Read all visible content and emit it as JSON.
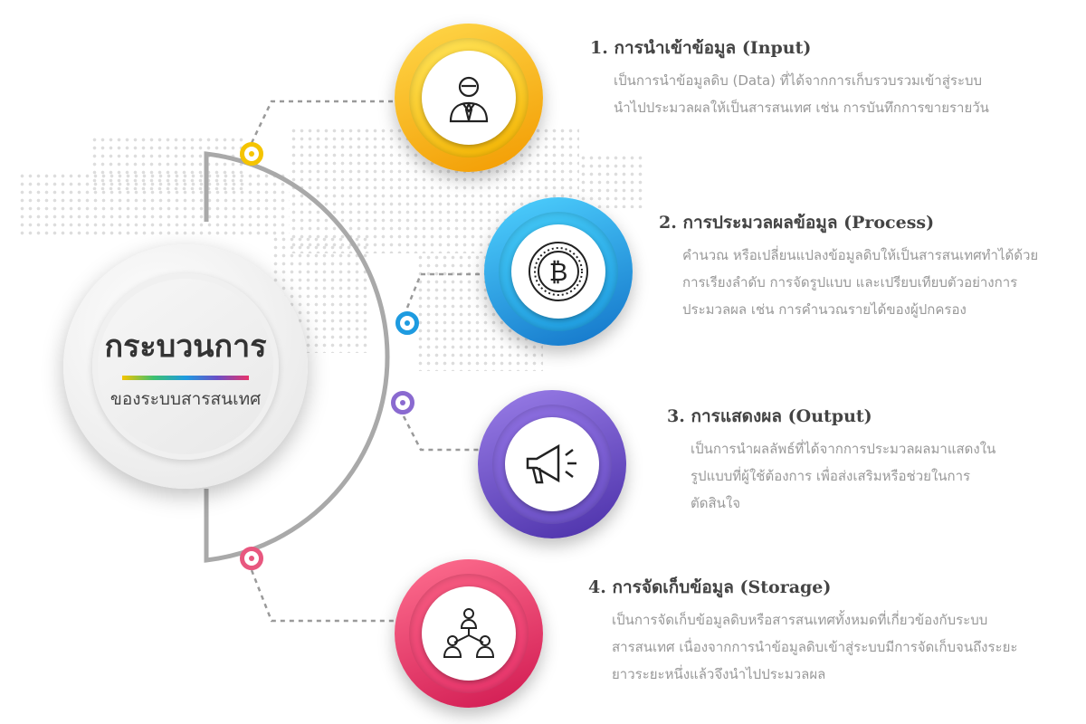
{
  "center": {
    "title": "กระบวนการ",
    "subtitle": "ของระบบสารสนเทศ"
  },
  "steps": [
    {
      "title": "1. การนำเข้าข้อมูล (Input)",
      "lines": [
        "เป็นการนำข้อมูลดิบ (Data) ที่ได้จากการเก็บรวบรวมเข้าสู่ระบบ",
        "นำไปประมวลผลให้เป็นสารสนเทศ เช่น การบันทึกการขายรายวัน"
      ],
      "icon": "businessman-icon",
      "color": "#f5b400"
    },
    {
      "title": "2. การประมวลผลข้อมูล (Process)",
      "lines": [
        "คำนวณ หรือเปลี่ยนแปลงข้อมูลดิบให้เป็นสารสนเทศทำได้ด้วย",
        "การเรียงลำดับ การจัดรูปแบบ และเปรียบเทียบตัวอย่างการ",
        "ประมวลผล เช่น การคำนวณรายได้ของผู้ปกครอง"
      ],
      "icon": "bitcoin-coin-icon",
      "color": "#1e9be0"
    },
    {
      "title": "3. การแสดงผล (Output)",
      "lines": [
        "เป็นการนำผลลัพธ์ที่ได้จากการประมวลผลมาแสดงใน",
        "รูปแบบที่ผู้ใช้ต้องการ เพื่อส่งเสริมหรือช่วยในการ",
        "ตัดสินใจ"
      ],
      "icon": "megaphone-icon",
      "color": "#6a4fc6"
    },
    {
      "title": "4. การจัดเก็บข้อมูล (Storage)",
      "lines": [
        "เป็นการจัดเก็บข้อมูลดิบหรือสารสนเทศทั้งหมดที่เกี่ยวข้องกับระบบ",
        "สารสนเทศ เนื่องจากการนำข้อมูลดิบเข้าสู่ระบบมีการจัดเก็บจนถึงระยะ",
        "ยาวระยะหนึ่งแล้วจึงนำไปประมวลผล"
      ],
      "icon": "hierarchy-people-icon",
      "color": "#e8336b"
    }
  ]
}
